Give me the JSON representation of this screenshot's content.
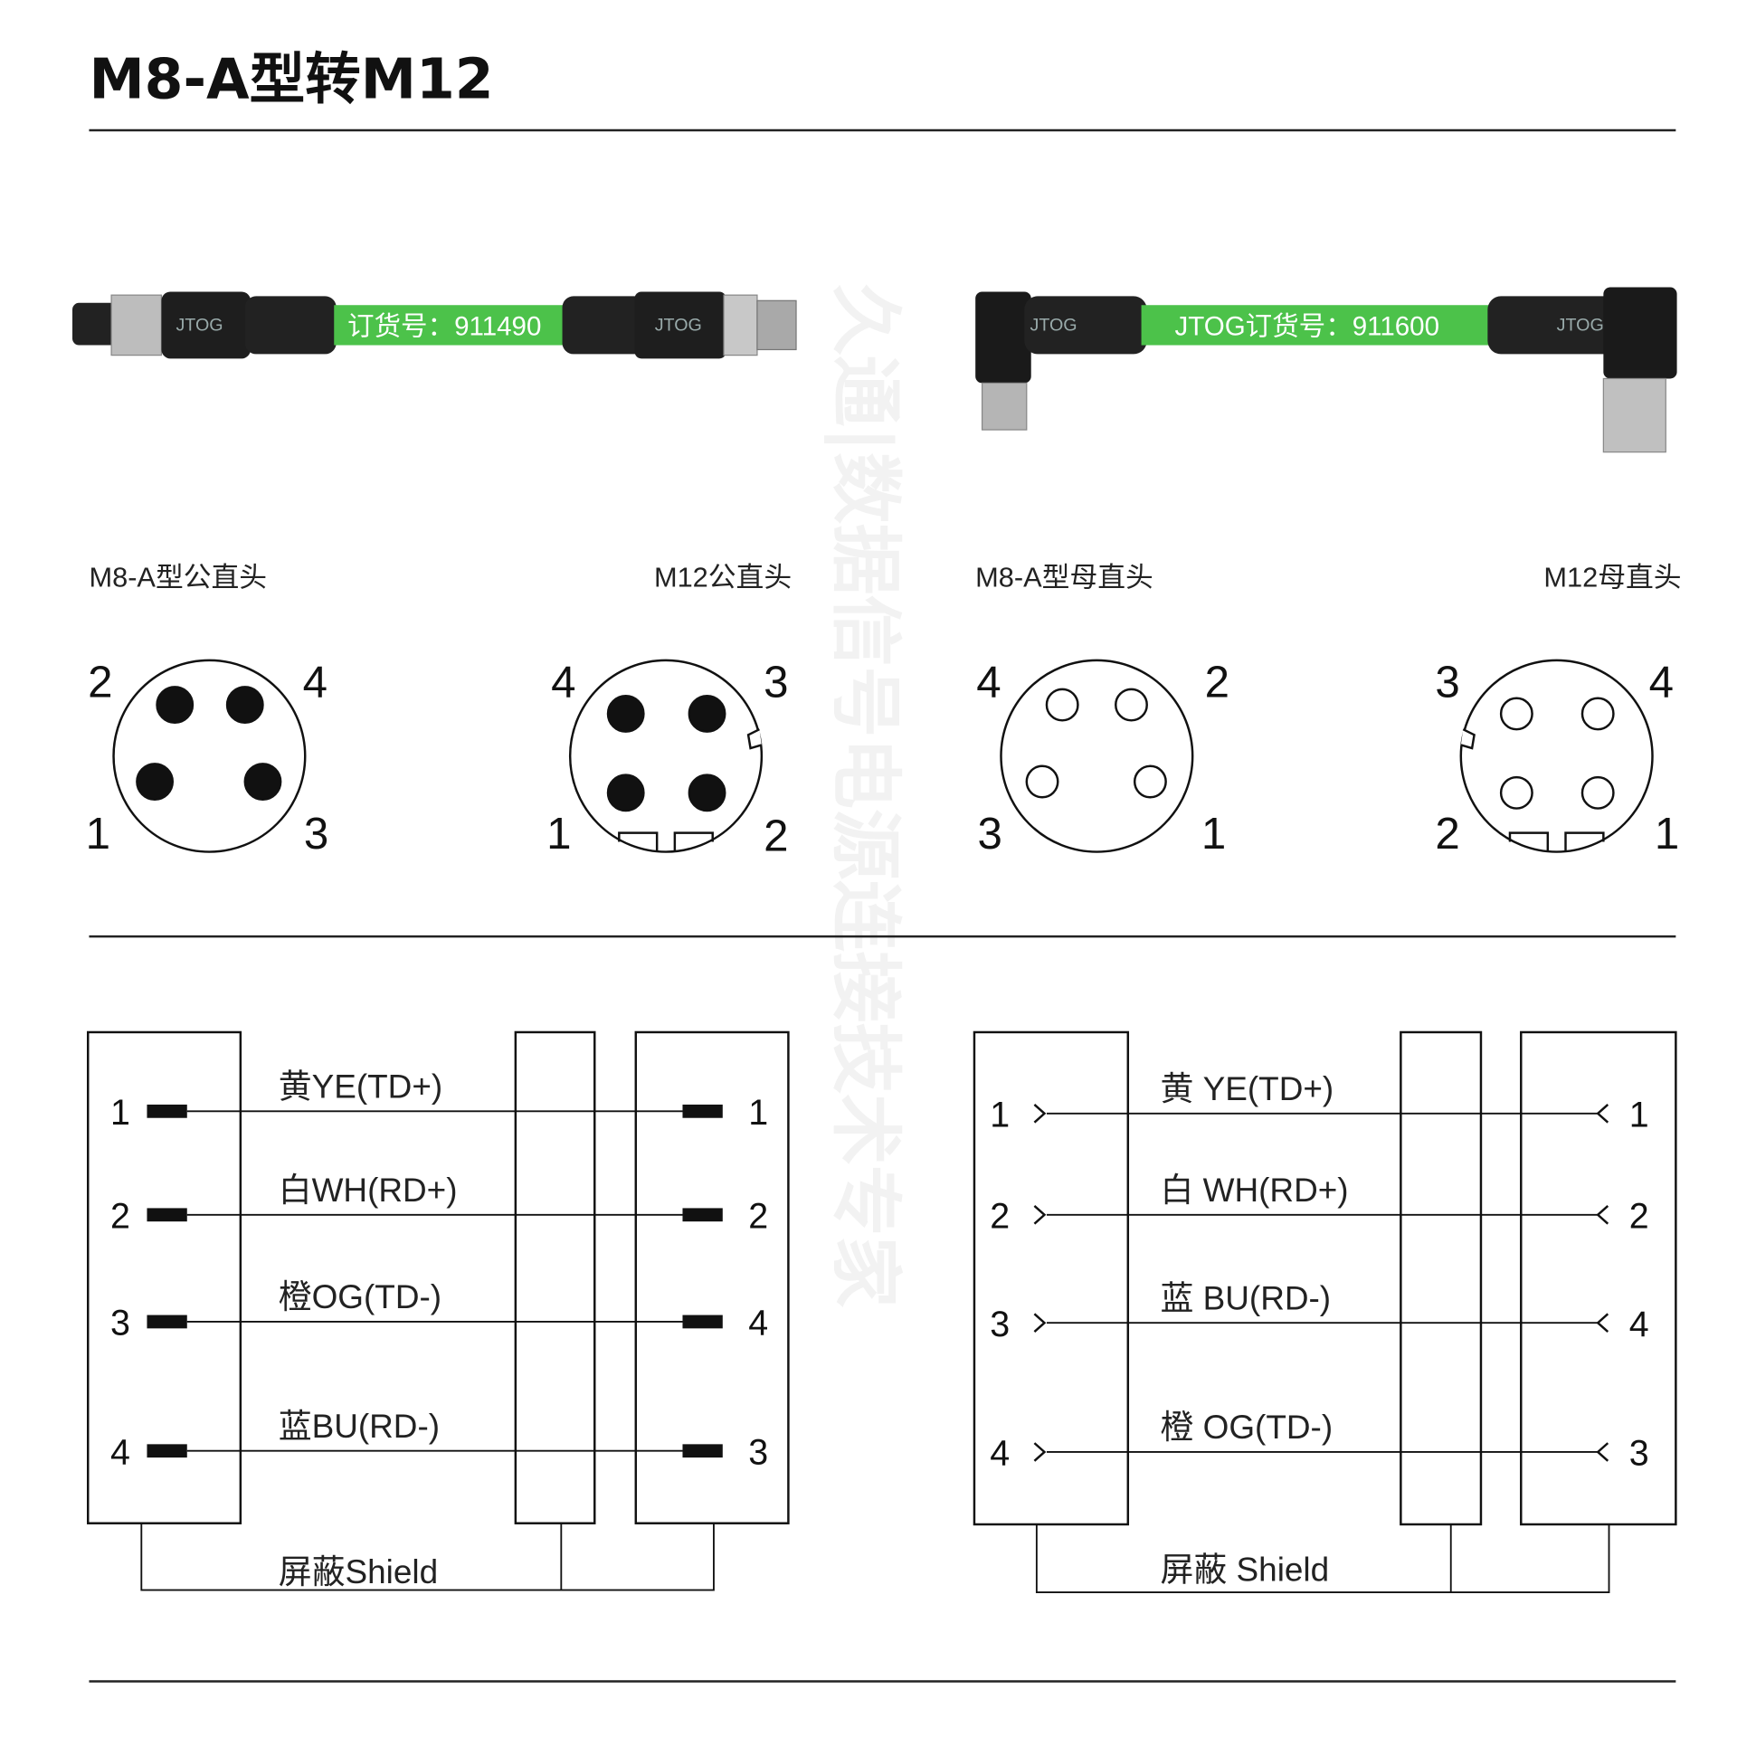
{
  "title": "M8-A型转M12",
  "watermark": "久通|数据信号电源连接技术专家",
  "cables": [
    {
      "print": "订货号：911490",
      "brand": "JTOG"
    },
    {
      "print": "JTOG订货号：911600",
      "brand": "JTOG"
    }
  ],
  "connector_labels": [
    "M8-A型公直头",
    "M12公直头",
    "M8-A型母直头",
    "M12母直头"
  ],
  "pinouts": [
    {
      "labels": [
        "2",
        "4",
        "1",
        "3"
      ]
    },
    {
      "labels": [
        "4",
        "3",
        "1",
        "2"
      ]
    },
    {
      "labels": [
        "4",
        "2",
        "3",
        "1"
      ]
    },
    {
      "labels": [
        "3",
        "4",
        "2",
        "1"
      ]
    }
  ],
  "wiring": [
    {
      "rows": [
        {
          "left": "1",
          "right": "1",
          "label": "黄YE(TD+)"
        },
        {
          "left": "2",
          "right": "2",
          "label": "白WH(RD+)"
        },
        {
          "left": "3",
          "right": "4",
          "label": "橙OG(TD-)"
        },
        {
          "left": "4",
          "right": "3",
          "label": "蓝BU(RD-)"
        }
      ],
      "shield": "屏蔽Shield"
    },
    {
      "rows": [
        {
          "left": "1",
          "right": "1",
          "label": "黄 YE(TD+)"
        },
        {
          "left": "2",
          "right": "2",
          "label": "白 WH(RD+)"
        },
        {
          "left": "3",
          "right": "4",
          "label": "蓝 BU(RD-)"
        },
        {
          "left": "4",
          "right": "3",
          "label": "橙 OG(TD-)"
        }
      ],
      "shield": "屏蔽 Shield"
    }
  ],
  "colors": {
    "cable": "#4cc24a",
    "ink": "#111111",
    "body": "#1e1e1e"
  }
}
